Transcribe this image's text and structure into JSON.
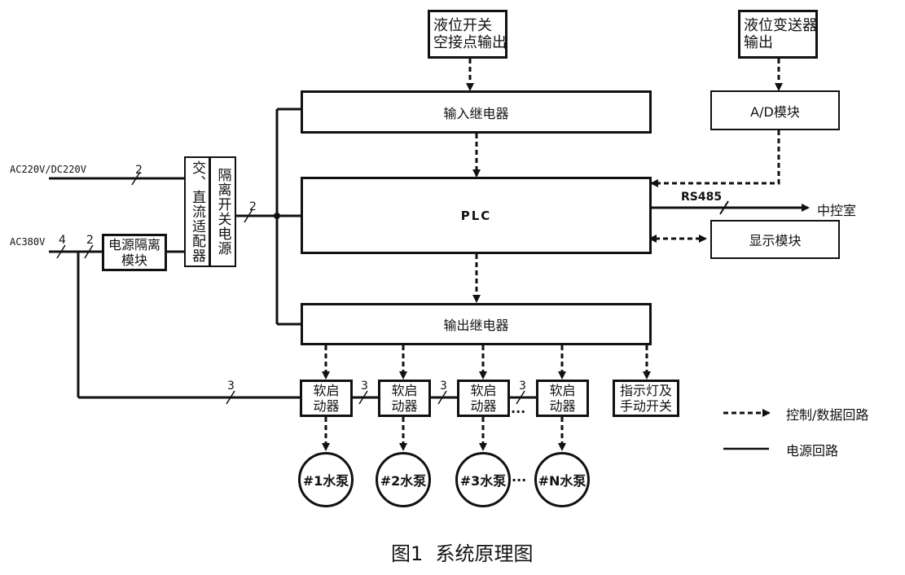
{
  "figure_caption": "图1  系统原理图",
  "inputs": {
    "level_switch": "液位开关\n空接点输出",
    "level_transmitter": "液位变送器\n输出",
    "ac_dc": "AC220V/DC220V",
    "ac380": "AC380V"
  },
  "modules": {
    "input_relay": "输入继电器",
    "ad_module": "A/D模块",
    "plc": "PLC",
    "output_relay": "输出继电器",
    "display": "显示模块",
    "power_isolation": "电源隔离\n模块",
    "ac_dc_adapter": "交、直流适配器",
    "isolated_psu": "隔离开关电源",
    "indicator": "指示灯及\n手动开关"
  },
  "comm": {
    "rs485": "RS485",
    "control_room": "中控室"
  },
  "soft_starters": [
    "软启\n动器",
    "软启\n动器",
    "软启\n动器",
    "软启\n动器"
  ],
  "pumps": [
    "#1水泵",
    "#2水泵",
    "#3水泵",
    "#N水泵"
  ],
  "ellipsis": "···",
  "wire_counts": {
    "ac_dc": "2",
    "psu_out": "2",
    "ac380_main": "4",
    "ac380_iso": "2",
    "starter_feed": "3",
    "chain_1": "3",
    "chain_2": "3",
    "chain_3": "3"
  },
  "legend": {
    "control": "控制/数据回路",
    "power": "电源回路"
  }
}
